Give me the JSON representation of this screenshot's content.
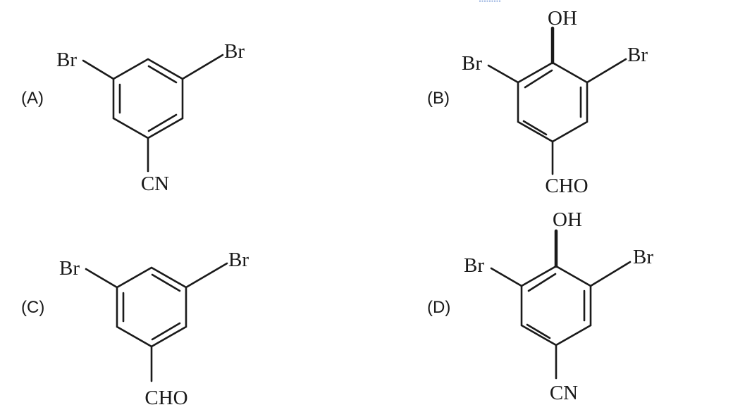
{
  "options": [
    {
      "id": "A",
      "label": "(A)",
      "substituents": {
        "left": "Br",
        "right": "Br",
        "bottom": "CN"
      }
    },
    {
      "id": "B",
      "label": "(B)",
      "substituents": {
        "top": "OH",
        "left": "Br",
        "right": "Br",
        "bottom": "CHO"
      }
    },
    {
      "id": "C",
      "label": "(C)",
      "substituents": {
        "left": "Br",
        "right": "Br",
        "bottom": "CHO"
      }
    },
    {
      "id": "D",
      "label": "(D)",
      "substituents": {
        "top": "OH",
        "left": "Br",
        "right": "Br",
        "bottom": "CN"
      }
    }
  ],
  "colors": {
    "ink": "#1a1a1a",
    "mark": "#4a78c8"
  }
}
